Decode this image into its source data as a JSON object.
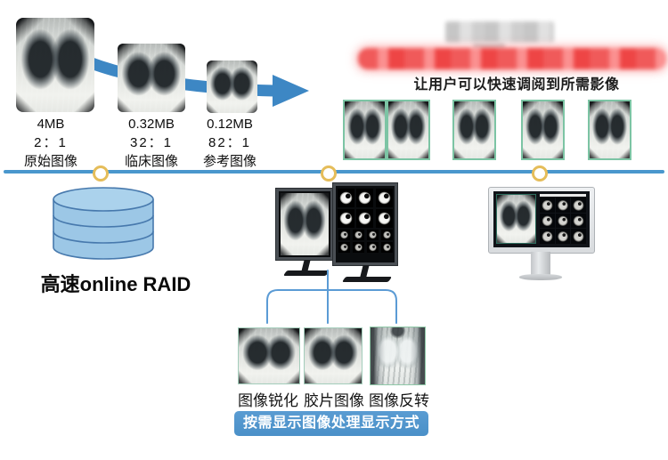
{
  "colors": {
    "accent_blue": "#3d87c4",
    "line_blue": "#5b9bd5",
    "timeline_blue": "#4a97cd",
    "node_ring_gold": "#e5bd5a",
    "thumb_border_green": "#7cc4a4",
    "banner_blue": "#4a90c8",
    "cylinder_fill": "#9cc7e6",
    "cylinder_stroke": "#4779ad"
  },
  "compression_flow": {
    "stages": [
      {
        "size": "4MB",
        "ratio": "2：1",
        "label": "原始图像"
      },
      {
        "size": "0.32MB",
        "ratio": "32：1",
        "label": "临床图像"
      },
      {
        "size": "0.12MB",
        "ratio": "82：1",
        "label": "参考图像"
      }
    ]
  },
  "retrieval": {
    "caption": "让用户可以快速调阅到所需影像"
  },
  "storage": {
    "label": "高速online RAID"
  },
  "processing": {
    "modes": [
      {
        "label": "图像锐化"
      },
      {
        "label": "胶片图像"
      },
      {
        "label": "图像反转"
      }
    ],
    "banner": "按需显示图像处理显示方式"
  }
}
